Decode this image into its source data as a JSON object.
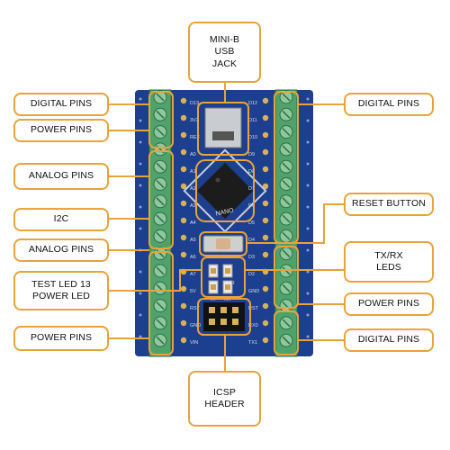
{
  "labels": {
    "usb_jack": [
      "MINI-B",
      "USB",
      "JACK"
    ],
    "digital_pins_top_left": "DIGITAL PINS",
    "power_pins_top_left": "POWER PINS",
    "analog_pins_left": "ANALOG PINS",
    "i2c": "I2C",
    "analog_pins_left_lower": "ANALOG PINS",
    "test_led": [
      "TEST LED 13",
      "POWER LED"
    ],
    "power_pins_bottom_left": "POWER PINS",
    "digital_pins_top_right": "DIGITAL PINS",
    "reset_button": "RESET BUTTON",
    "tx_rx_leds": [
      "TX/RX",
      "LEDS"
    ],
    "power_pins_right": "POWER PINS",
    "digital_pins_bottom_right": "DIGITAL PINS",
    "icsp_header": [
      "ICSP",
      "HEADER"
    ]
  },
  "board": {
    "chip_label": "NANO",
    "silkscreen_left": [
      "D12",
      "D11",
      "D10",
      "D9",
      "D8",
      "D7",
      "D6",
      "D5",
      "D4",
      "D3",
      "D2",
      "GND",
      "RST",
      "RX0",
      "TX1"
    ],
    "silkscreen_right": [
      "D13",
      "3V3",
      "REF",
      "A0",
      "A1",
      "A2",
      "A3",
      "A4",
      "A5",
      "A6",
      "A7",
      "5V",
      "RST",
      "GND",
      "VIN"
    ],
    "led_labels": [
      "L",
      "PWR",
      "TX",
      "RX"
    ]
  },
  "colors": {
    "callout_border": "#e8a33a",
    "board": "#1d3f8f",
    "terminal": "#4fa36a",
    "connector_line": "#e8a33a"
  }
}
